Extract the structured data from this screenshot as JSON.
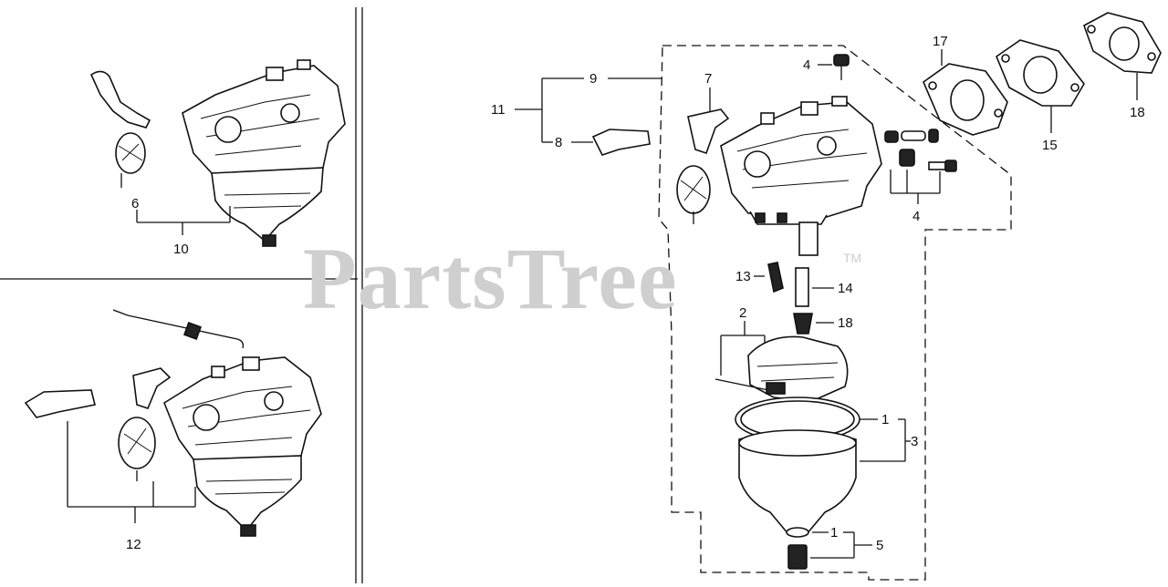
{
  "watermark": {
    "brand": "PartsTree",
    "trademark": "TM"
  },
  "callouts": [
    {
      "id": "c-top-left-6",
      "text": "6"
    },
    {
      "id": "c-top-left-10",
      "text": "10"
    },
    {
      "id": "c-bottom-left-12",
      "text": "12"
    },
    {
      "id": "c-main-9",
      "text": "9"
    },
    {
      "id": "c-main-11",
      "text": "11"
    },
    {
      "id": "c-main-8",
      "text": "8"
    },
    {
      "id": "c-main-7",
      "text": "7"
    },
    {
      "id": "c-main-4-top",
      "text": "4"
    },
    {
      "id": "c-main-4-right",
      "text": "4"
    },
    {
      "id": "c-main-17",
      "text": "17"
    },
    {
      "id": "c-main-15",
      "text": "15"
    },
    {
      "id": "c-main-18-top",
      "text": "18"
    },
    {
      "id": "c-main-13",
      "text": "13"
    },
    {
      "id": "c-main-14",
      "text": "14"
    },
    {
      "id": "c-main-18-mid",
      "text": "18"
    },
    {
      "id": "c-main-2",
      "text": "2"
    },
    {
      "id": "c-main-1-a",
      "text": "1"
    },
    {
      "id": "c-main-3",
      "text": "3"
    },
    {
      "id": "c-main-1-b",
      "text": "1"
    },
    {
      "id": "c-main-5",
      "text": "5"
    }
  ]
}
